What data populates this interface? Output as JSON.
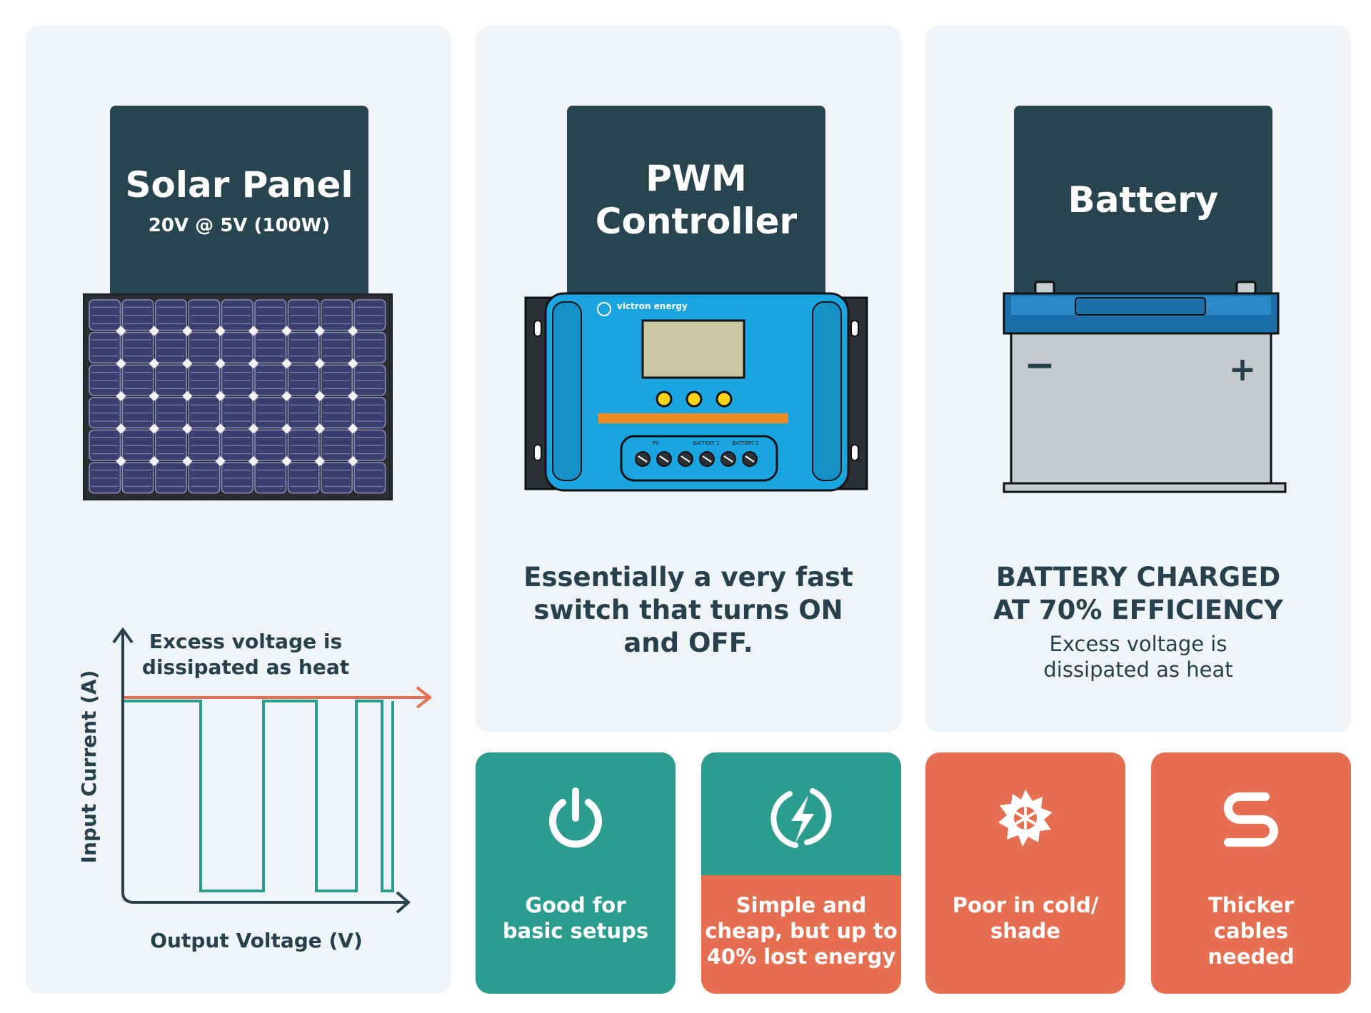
{
  "colors": {
    "card_bg": "#eff4f8",
    "title_bg": "#27444f",
    "teal": "#2a9d8f",
    "orange": "#e76f51",
    "text_dark": "#27404c",
    "accent_blue": "#1aa5e0"
  },
  "solar": {
    "title": "Solar Panel",
    "subtitle": "20V @ 5V (100W)"
  },
  "pwm": {
    "title_line1": "PWM",
    "title_line2": "Controller",
    "brand": "victron energy",
    "ports": [
      "PV",
      "BATTERY 1",
      "BATTERY 2"
    ],
    "description": [
      "Essentially a very fast",
      "switch that turns ON",
      "and OFF."
    ]
  },
  "battery": {
    "title": "Battery",
    "minus": "−",
    "plus": "+",
    "heading": [
      "BATTERY CHARGED",
      "AT 70% EFFICIENCY"
    ],
    "note": [
      "Excess voltage is",
      "dissipated as heat"
    ]
  },
  "graph": {
    "annotation": [
      "Excess voltage is",
      "dissipated as heat"
    ],
    "ylabel": "Input Current (A)",
    "xlabel": "Output  Voltage (V)"
  },
  "tiles": [
    {
      "icon": "power-icon",
      "lines": [
        "Good for",
        "basic setups"
      ],
      "color": "#2a9d8f"
    },
    {
      "icon": "lightning-icon",
      "lines": [
        "Simple and",
        "cheap, but up to",
        "40% lost energy"
      ],
      "color": "#e76f51"
    },
    {
      "icon": "snowflake-icon",
      "lines": [
        "Poor in cold/",
        "shade"
      ],
      "color": "#e76f51"
    },
    {
      "icon": "cable-icon",
      "lines": [
        "Thicker",
        "cables",
        "needed"
      ],
      "color": "#e76f51"
    }
  ]
}
